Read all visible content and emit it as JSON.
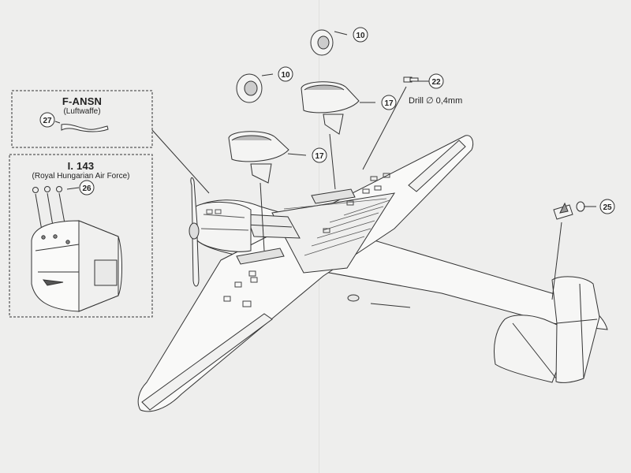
{
  "boxes": {
    "f_ansn": {
      "title": "F-ANSN",
      "subtitle": "(Luftwaffe)"
    },
    "i143": {
      "title": "I. 143",
      "subtitle": "(Royal Hungarian Air Force)"
    }
  },
  "callouts": {
    "part10_top": "10",
    "part10_left": "10",
    "part17_right": "17",
    "part17_left": "17",
    "part22": "22",
    "part25": "25",
    "part26": "26",
    "part27": "27"
  },
  "note": "Drill ∅ 0,4mm"
}
